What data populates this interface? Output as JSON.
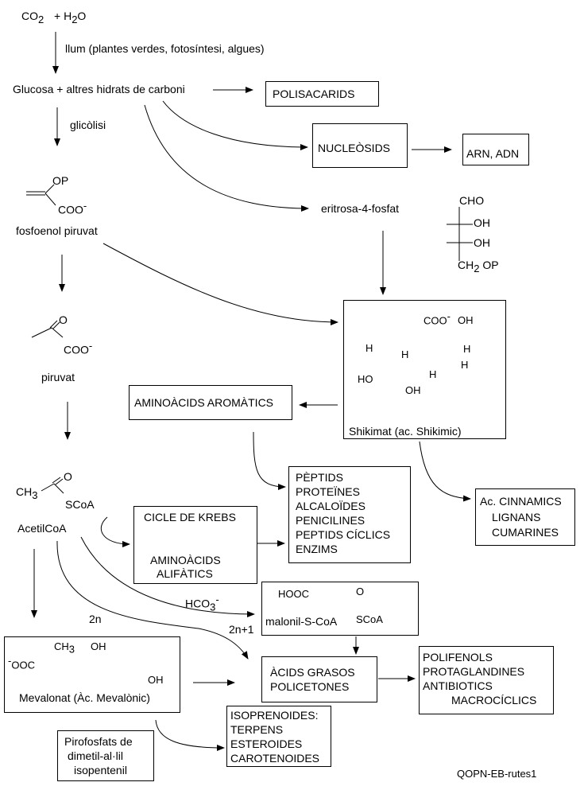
{
  "start": {
    "co2": "CO",
    "co2_sub": "2",
    "plus_h2o": "+ H",
    "h2o_sub": "2",
    "h2o_o": "O"
  },
  "labels": {
    "llum": "llum (plantes verdes, fotosíntesi, algues)",
    "glucosa": "Glucosa + altres hidrats de carboni",
    "glicolisi": "glicòlisi",
    "fosfoenol": "fosfoenol piruvat",
    "piruvat": "piruvat",
    "eritrosa": "eritrosa-4-fosfat",
    "acetilcoa": "AcetilCoA",
    "two_n": "2n",
    "two_n1": "2n+1",
    "hco3": "HCO",
    "hco3_sub": "3",
    "hco3_sup": "-",
    "footer": "QOPN-EB-rutes1"
  },
  "boxes": {
    "polisacarids": "POLISACARIDS",
    "nucleosids": "NUCLEÒSIDS",
    "arn_adn": "ARN, ADN",
    "aromatics": "AMINOÀCIDS AROMÀTICS",
    "shikimat": "Shikimat   (ac. Shikimic)",
    "peptids": [
      "PÈPTIDS",
      "PROTEÏNES",
      "ALCALOÏDES",
      "PENICILINES",
      "PEPTIDS CÍCLICS",
      "ENZIMS"
    ],
    "cinnamics": [
      "Ac. CINNAMICS",
      "LIGNANS",
      "CUMARINES"
    ],
    "krebs_title": "CICLE DE KREBS",
    "krebs_body": [
      "AMINOÀCIDS",
      "ALIFÀTICS"
    ],
    "malonil": "malonil-S-CoA",
    "acids_grasos": [
      "ÀCIDS GRASOS",
      "POLICETONES"
    ],
    "polifenols": [
      "POLIFENOLS",
      "PROTAGLANDINES",
      "ANTIBIOTICS",
      "MACROCÍCLICS"
    ],
    "mevalonat": "Mevalonat (Àc. Mevalònic)",
    "isoprenoides": [
      "ISOPRENOIDES:",
      "TERPENS",
      "ESTEROIDES",
      "CAROTENOIDES"
    ],
    "pirofosfats": [
      "Pirofosfats de",
      "dimetil-al·lil",
      "isopentenil"
    ]
  },
  "structures": {
    "pep_op": "OP",
    "pep_coo": "COO",
    "pyr_o": "O",
    "pyr_coo": "COO",
    "e4p": [
      "CHO",
      "OH",
      "OH",
      "CH",
      "2",
      " OP"
    ],
    "shik_coo": "COO",
    "shik_oh": "OH",
    "shik_h": "H",
    "shik_ho": "HO",
    "acoa_ch3": "CH",
    "acoa_3": "3",
    "acoa_o": "O",
    "acoa_scoa": "SCoA",
    "mal_hooc": "HOOC",
    "mal_o": "O",
    "mal_scoa": "SCoA",
    "mev_ooc": "OOC",
    "mev_ch3": "CH",
    "mev_3": "3",
    "mev_oh": "OH",
    "minus": "-"
  }
}
